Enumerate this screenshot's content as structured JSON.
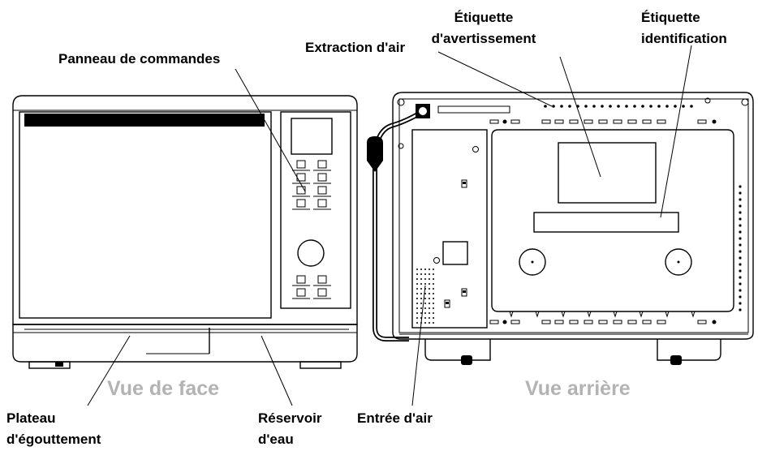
{
  "labels": {
    "control_panel": "Panneau de commandes",
    "air_exhaust": "Extraction d'air",
    "warning_label_l1": "Étiquette",
    "warning_label_l2": "d'avertissement",
    "id_label_l1": "Étiquette",
    "id_label_l2": "identification",
    "drip_tray_l1": "Plateau",
    "drip_tray_l2": "d'égouttement",
    "water_tank_l1": "Réservoir",
    "water_tank_l2": "d'eau",
    "air_intake": "Entrée d'air"
  },
  "captions": {
    "front_view": "Vue de face",
    "rear_view": "Vue arrière"
  }
}
